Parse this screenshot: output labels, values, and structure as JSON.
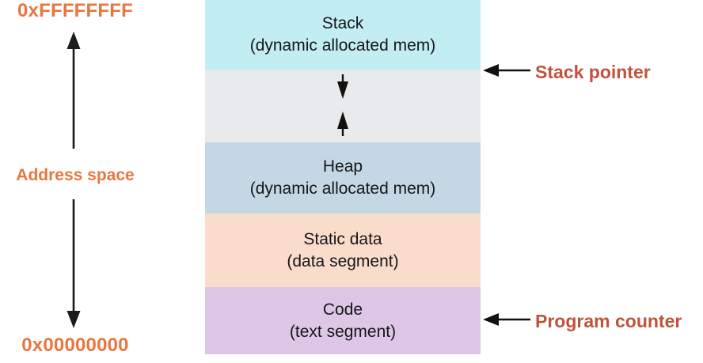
{
  "diagram": {
    "title_region": "process-memory-address-space-layout",
    "address_space": {
      "top_address": "0xFFFFFFFF",
      "bottom_address": "0x00000000",
      "label": "Address space",
      "label_color": "#e8763f",
      "up_arrow_icon": "arrow-up-icon",
      "down_arrow_icon": "arrow-down-icon"
    },
    "blocks": [
      {
        "key": "stack",
        "line1": "Stack",
        "line2": "(dynamic allocated mem)",
        "color": "#c2edf2"
      },
      {
        "key": "gap",
        "line1": "",
        "line2": "",
        "color": "#e9eaec",
        "down_arrow_icon": "arrow-down-icon",
        "up_arrow_icon": "arrow-up-icon"
      },
      {
        "key": "heap",
        "line1": "Heap",
        "line2": "(dynamic allocated mem)",
        "color": "#c3d8e4"
      },
      {
        "key": "static_data",
        "line1": "Static data",
        "line2": "(data segment)",
        "color": "#fadccb"
      },
      {
        "key": "code",
        "line1": "Code",
        "line2": "(text segment)",
        "color": "#ddc6e6"
      }
    ],
    "annotations": [
      {
        "key": "stack_pointer",
        "text": "Stack pointer",
        "arrow_icon": "arrow-left-icon",
        "color": "#c0533c"
      },
      {
        "key": "program_counter",
        "text": "Program counter",
        "arrow_icon": "arrow-left-icon",
        "color": "#c0533c"
      }
    ]
  }
}
